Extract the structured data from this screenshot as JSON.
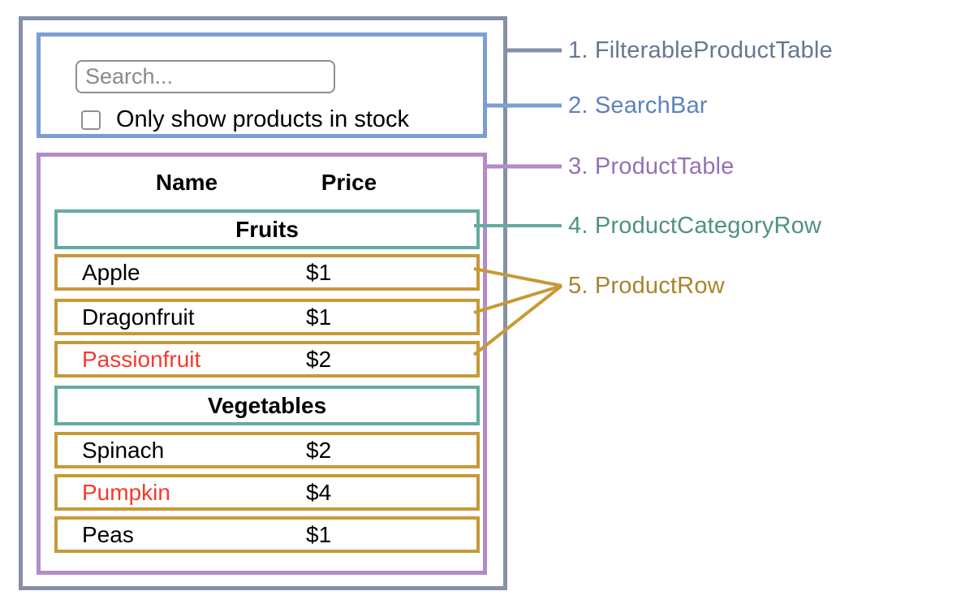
{
  "search_bar": {
    "input_placeholder": "Search...",
    "checkbox_label": "Only show products in stock",
    "checkbox_checked": false
  },
  "table": {
    "columns": {
      "name": "Name",
      "price": "Price"
    },
    "groups": [
      {
        "category": "Fruits",
        "rows": [
          {
            "name": "Apple",
            "price": "$1",
            "out_of_stock": false
          },
          {
            "name": "Dragonfruit",
            "price": "$1",
            "out_of_stock": false
          },
          {
            "name": "Passionfruit",
            "price": "$2",
            "out_of_stock": true
          }
        ]
      },
      {
        "category": "Vegetables",
        "rows": [
          {
            "name": "Spinach",
            "price": "$2",
            "out_of_stock": false
          },
          {
            "name": "Pumpkin",
            "price": "$4",
            "out_of_stock": true
          },
          {
            "name": "Peas",
            "price": "$1",
            "out_of_stock": false
          }
        ]
      }
    ]
  },
  "legend": [
    {
      "label": "1. FilterableProductTable",
      "color": "#66788f"
    },
    {
      "label": "2. SearchBar",
      "color": "#5b83bd"
    },
    {
      "label": "3. ProductTable",
      "color": "#9571b3"
    },
    {
      "label": "4. ProductCategoryRow",
      "color": "#4f9183"
    },
    {
      "label": "5. ProductRow",
      "color": "#a7842d"
    }
  ],
  "colors": {
    "filterable_product_table_border": "#8591a6",
    "search_bar_border": "#7b9fd4",
    "product_table_border": "#b18cc9",
    "category_row_border": "#63ab9e",
    "product_row_border": "#c79a37",
    "out_of_stock_text": "#f23b2d",
    "placeholder_text": "#8a8a8a"
  }
}
